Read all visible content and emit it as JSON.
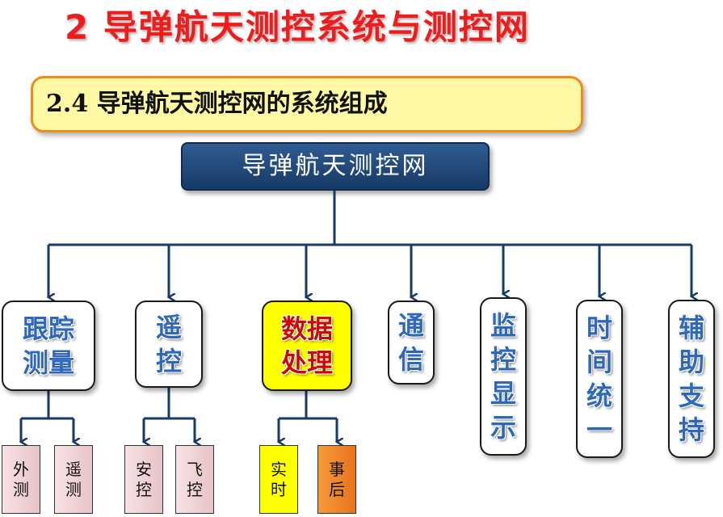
{
  "title": "2  导弹航天测控系统与测控网",
  "subtitle": "2.4 导弹航天测控网的系统组成",
  "root": "导弹航天测控网",
  "subsystems": [
    {
      "label": "跟踪\n测量",
      "children": [
        "外\n测",
        "遥\n测"
      ]
    },
    {
      "label": "遥\n控",
      "children": [
        "安\n控",
        "飞\n控"
      ]
    },
    {
      "label": "数据\n处理",
      "children": [
        "实\n时",
        "事\n后"
      ]
    },
    {
      "label": "通\n信"
    },
    {
      "label": "监\n控\n显\n示"
    },
    {
      "label": "时\n间\n统\n一"
    },
    {
      "label": "辅\n助\n支\n持"
    }
  ],
  "colors": {
    "title": "#ee1c1c",
    "subtitle_fill": "#fff9a6",
    "subtitle_border": "#f08c1e",
    "root_fill": "#1f4a7d",
    "node_text": "#2f68b8",
    "highlight_fill": "#ffff00",
    "highlight_text": "#cc0a0a",
    "connector": "#173a66"
  }
}
